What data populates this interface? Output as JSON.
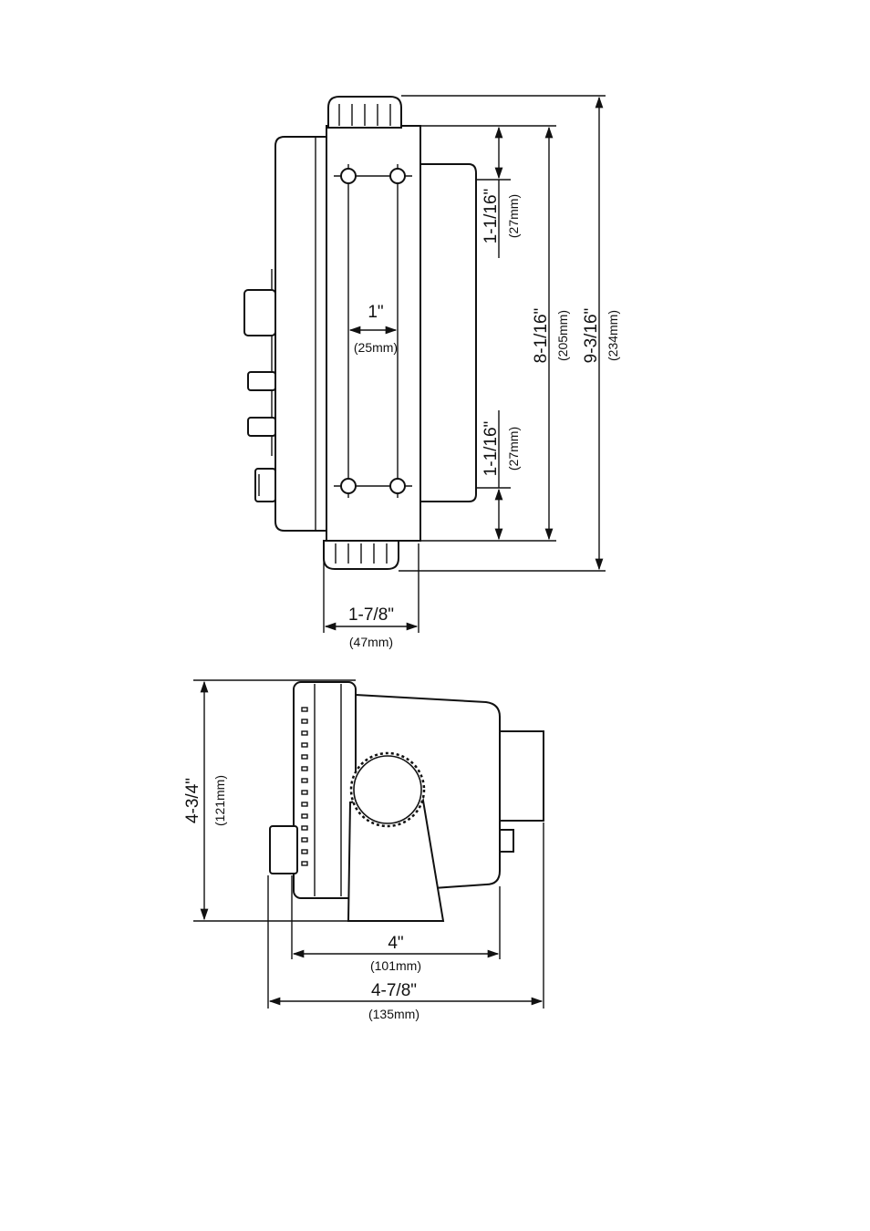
{
  "top_view": {
    "dim_width": {
      "imperial": "1-7/8\"",
      "metric": "(47mm)"
    },
    "dim_hole_spacing": {
      "imperial": "1\"",
      "metric": "(25mm)"
    },
    "dim_upper_offset": {
      "imperial": "1-1/16\"",
      "metric": "(27mm)"
    },
    "dim_lower_offset": {
      "imperial": "1-1/16\"",
      "metric": "(27mm)"
    },
    "dim_bracket_length": {
      "imperial": "8-1/16\"",
      "metric": "(205mm)"
    },
    "dim_overall_length": {
      "imperial": "9-3/16\"",
      "metric": "(234mm)"
    }
  },
  "side_view": {
    "dim_height": {
      "imperial": "4-3/4\"",
      "metric": "(121mm)"
    },
    "dim_body_depth": {
      "imperial": "4\"",
      "metric": "(101mm)"
    },
    "dim_overall_depth": {
      "imperial": "4-7/8\"",
      "metric": "(135mm)"
    }
  }
}
